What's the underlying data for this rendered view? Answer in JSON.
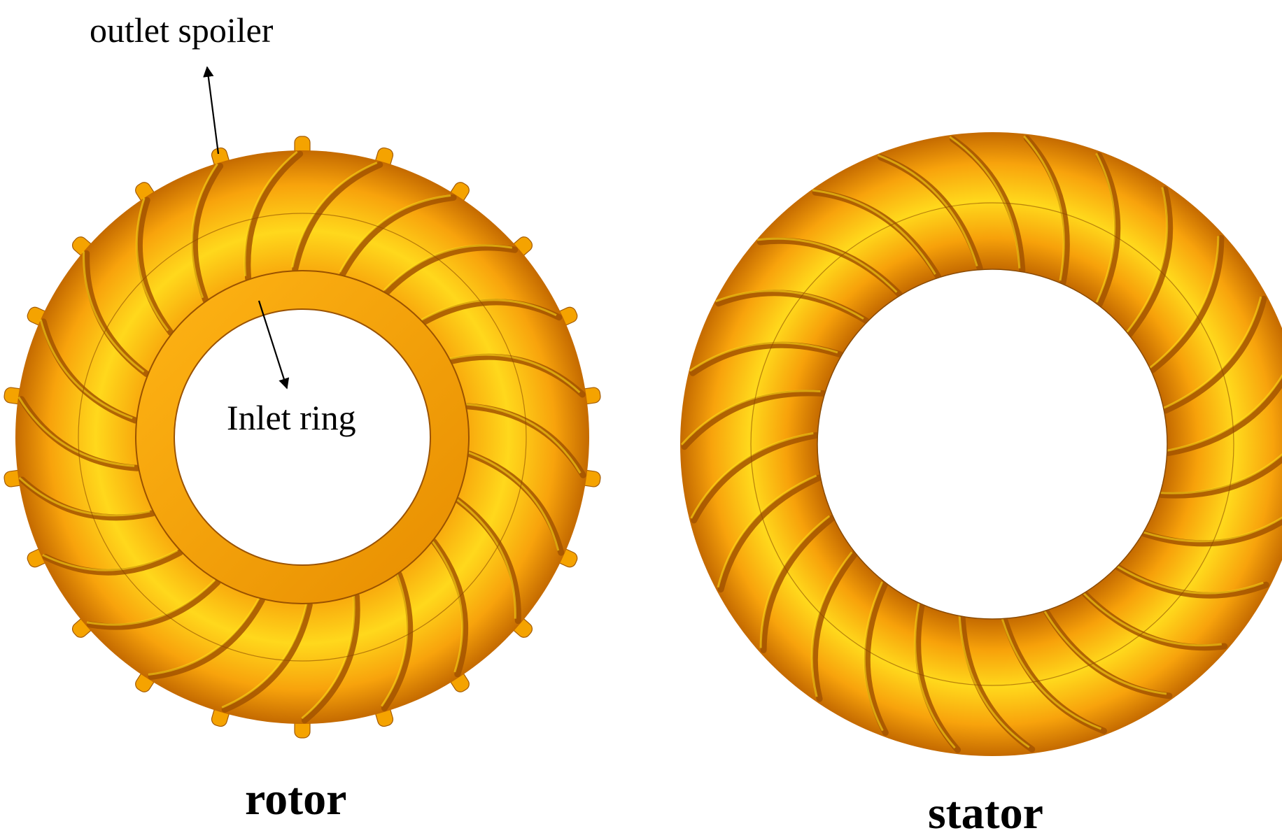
{
  "labels": {
    "outlet_spoiler": "outlet spoiler",
    "inlet_ring": "Inlet ring"
  },
  "captions": {
    "rotor": "rotor",
    "stator": "stator"
  },
  "colors": {
    "body_light": "#ffe21a",
    "body_mid": "#fcb00f",
    "body_dark": "#c46a00",
    "blade": "#a35300",
    "spoiler": "#f5a300",
    "inlet_ring": "#f8a40c",
    "background": "#ffffff"
  },
  "rotor": {
    "blade_count": 22,
    "spoiler_count": 22
  },
  "stator": {
    "blade_count": 26
  }
}
